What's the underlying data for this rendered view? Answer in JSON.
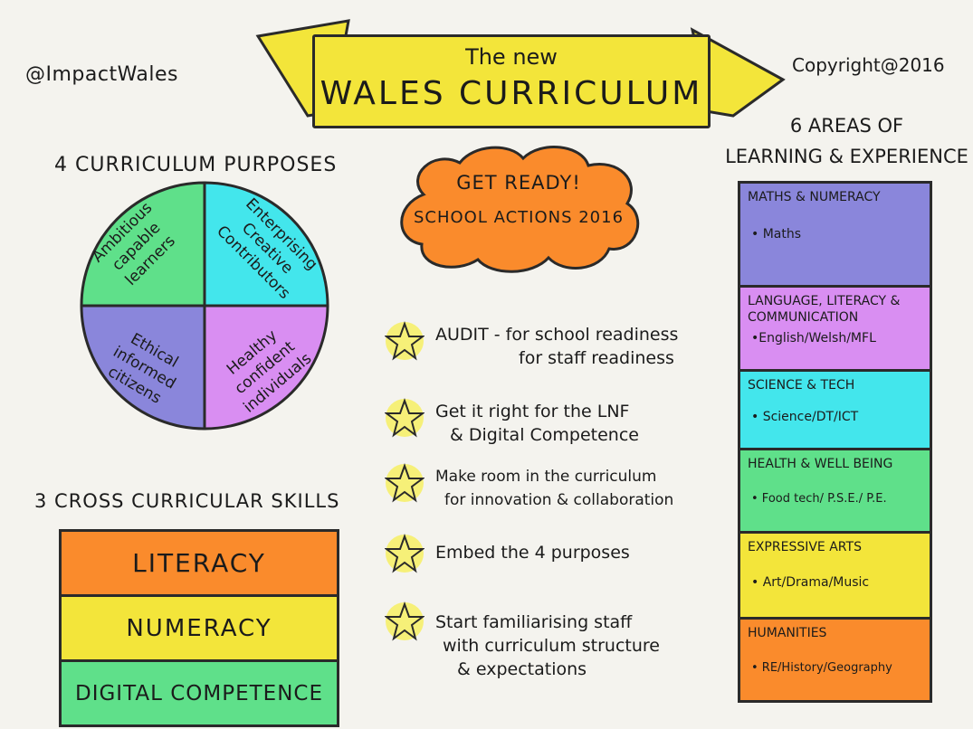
{
  "header": {
    "handle": "@ImpactWales",
    "copyright": "Copyright@2016",
    "title_line1": "The new",
    "title_line2": "WALES CURRICULUM"
  },
  "purposes": {
    "title": "4 CURRICULUM PURPOSES",
    "quadrants": [
      {
        "lines": [
          "Ambitious",
          "capable",
          "learners"
        ],
        "color": "#5fe08a"
      },
      {
        "lines": [
          "Enterprising",
          "Creative",
          "Contributors"
        ],
        "color": "#43e6ec"
      },
      {
        "lines": [
          "Ethical",
          "informed",
          "citizens"
        ],
        "color": "#8a86db"
      },
      {
        "lines": [
          "Healthy",
          "confident",
          "individuals"
        ],
        "color": "#d98ef2"
      }
    ]
  },
  "cloud": {
    "line1": "GET READY!",
    "line2": "SCHOOL ACTIONS 2016",
    "color": "#fa8b2c"
  },
  "actions": [
    {
      "lines": [
        "AUDIT - for school readiness",
        "for staff readiness"
      ]
    },
    {
      "lines": [
        "Get it right for the LNF",
        "& Digital Competence"
      ]
    },
    {
      "lines": [
        "Make room in the curriculum",
        "for innovation & collaboration"
      ]
    },
    {
      "lines": [
        "Embed the 4 purposes"
      ]
    },
    {
      "lines": [
        "Start familiarising staff",
        "with curriculum structure",
        "& expectations"
      ]
    }
  ],
  "skills": {
    "title": "3 CROSS CURRICULAR SKILLS",
    "items": [
      {
        "label": "LITERACY",
        "color": "#fa8b2c"
      },
      {
        "label": "NUMERACY",
        "color": "#f3e53a"
      },
      {
        "label": "DIGITAL COMPETENCE",
        "color": "#5fe08a"
      }
    ]
  },
  "areas": {
    "title_line1": "6 AREAS OF",
    "title_line2": "LEARNING & EXPERIENCE",
    "items": [
      {
        "name": "MATHS & NUMERACY",
        "detail": "• Maths",
        "color": "#8a86db"
      },
      {
        "name": "LANGUAGE, LITERACY & COMMUNICATION",
        "detail": "•English/Welsh/MFL",
        "color": "#d98ef2"
      },
      {
        "name": "SCIENCE & TECH",
        "detail": "• Science/DT/ICT",
        "color": "#43e6ec"
      },
      {
        "name": "HEALTH & WELL BEING",
        "detail": "• Food tech/ P.S.E./ P.E.",
        "color": "#5fe08a"
      },
      {
        "name": "EXPRESSIVE ARTS",
        "detail": "• Art/Drama/Music",
        "color": "#f3e53a"
      },
      {
        "name": "HUMANITIES",
        "detail": "• RE/History/Geography",
        "color": "#fa8b2c"
      }
    ]
  }
}
